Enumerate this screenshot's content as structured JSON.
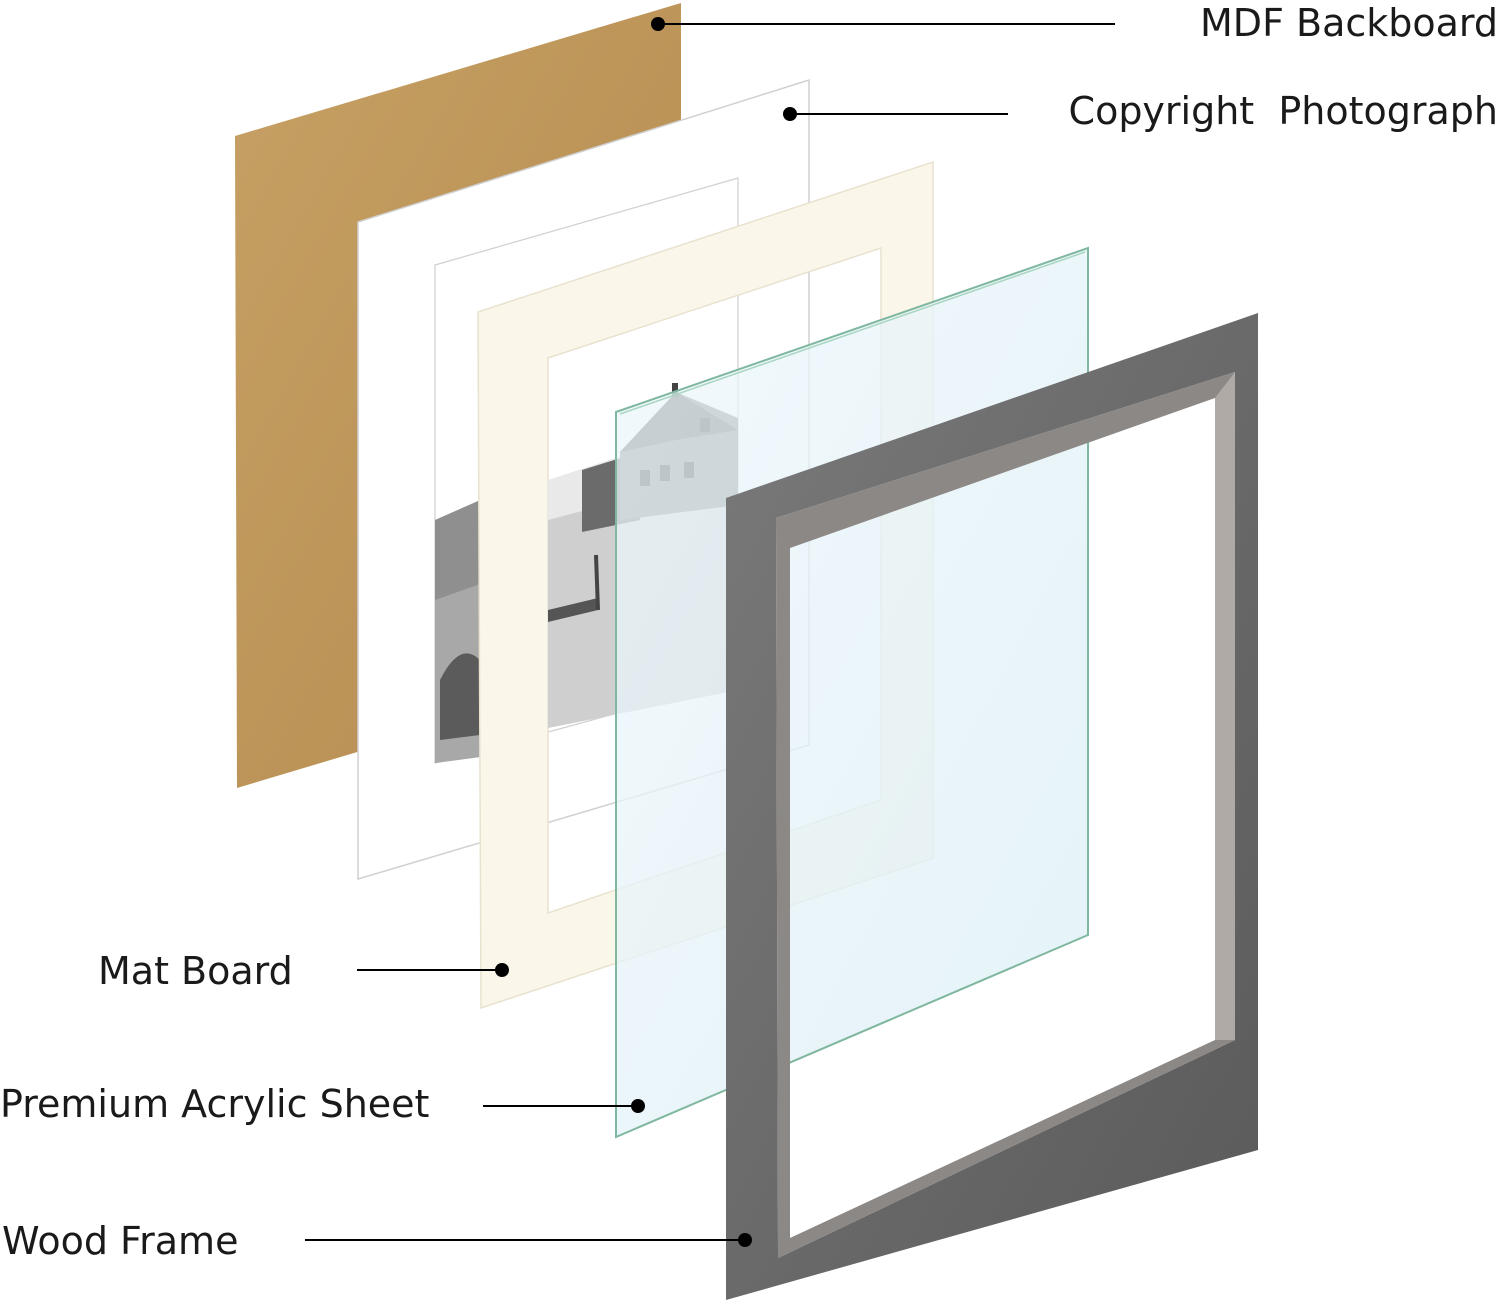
{
  "labels": {
    "mdf_backboard": "MDF Backboard",
    "copyright_photograph": "Copyright  Photograph",
    "mat_board": "Mat Board",
    "premium_acrylic_sheet": "Premium Acrylic Sheet",
    "wood_frame": "Wood Frame"
  },
  "colors": {
    "backboard": "#c09a5d",
    "photo_paper": "#ffffff",
    "mat_board": "#fbf6ea",
    "acrylic": "#e6f2f8",
    "acrylic_edge": "#7fb79f",
    "frame": "#6e6e6e",
    "frame_inner": "#8a8684",
    "leader_line": "#000000"
  }
}
